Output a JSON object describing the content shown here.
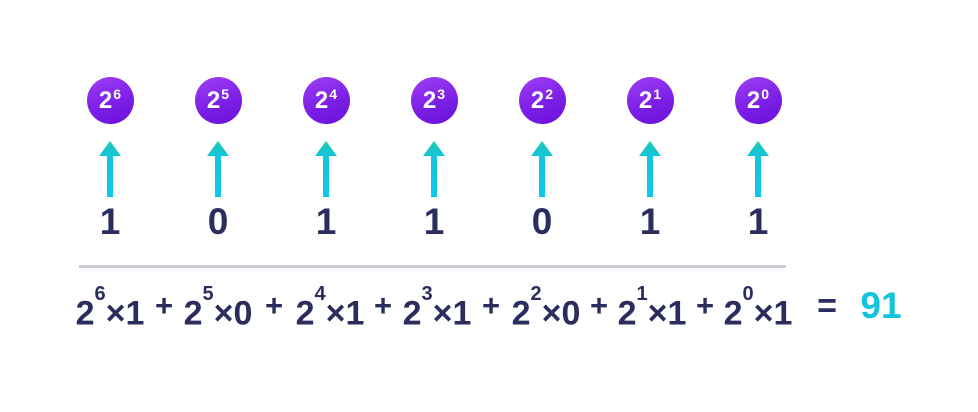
{
  "palette": {
    "navy": "#2a2d5e",
    "cyan": "#12c4dc",
    "circle_top": "#9a3cf2",
    "circle_mid": "#7d1fe6",
    "circle_bottom": "#6a12d8",
    "arrow_top": "#1fc7b4",
    "arrow_mid": "#14c6da",
    "arrow_bottom": "#0fc9ec",
    "divider": "#c9cdd6",
    "background": "#ffffff",
    "circle_text": "#ffffff"
  },
  "columns": [
    {
      "power_base": "2",
      "power_exp": "6",
      "bit": "1"
    },
    {
      "power_base": "2",
      "power_exp": "5",
      "bit": "0"
    },
    {
      "power_base": "2",
      "power_exp": "4",
      "bit": "1"
    },
    {
      "power_base": "2",
      "power_exp": "3",
      "bit": "1"
    },
    {
      "power_base": "2",
      "power_exp": "2",
      "bit": "0"
    },
    {
      "power_base": "2",
      "power_exp": "1",
      "bit": "1"
    },
    {
      "power_base": "2",
      "power_exp": "0",
      "bit": "1"
    }
  ],
  "equation": {
    "terms": [
      {
        "base": "2",
        "exp": "6",
        "times": "×",
        "bit": "1"
      },
      {
        "base": "2",
        "exp": "5",
        "times": "×",
        "bit": "0"
      },
      {
        "base": "2",
        "exp": "4",
        "times": "×",
        "bit": "1"
      },
      {
        "base": "2",
        "exp": "3",
        "times": "×",
        "bit": "1"
      },
      {
        "base": "2",
        "exp": "2",
        "times": "×",
        "bit": "0"
      },
      {
        "base": "2",
        "exp": "1",
        "times": "×",
        "bit": "1"
      },
      {
        "base": "2",
        "exp": "0",
        "times": "×",
        "bit": "1"
      }
    ],
    "plus": "+",
    "equals": "=",
    "result": "91"
  }
}
